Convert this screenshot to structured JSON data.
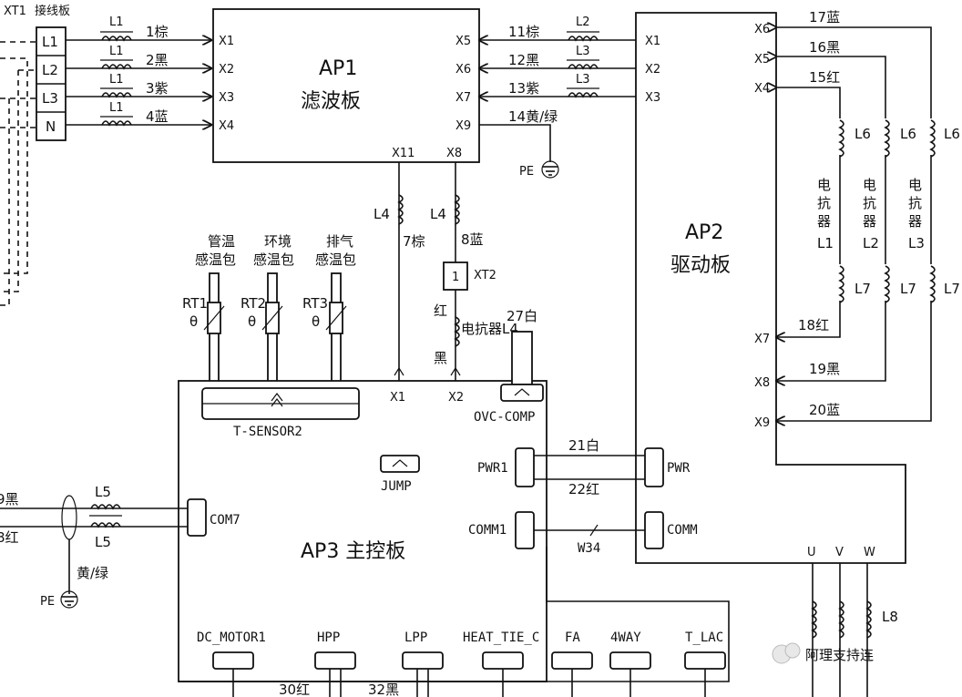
{
  "terminal_block": {
    "title": "XT1",
    "name": "接线板",
    "terminals": [
      "L1",
      "L2",
      "L3",
      "N"
    ]
  },
  "ap1": {
    "title": "AP1",
    "subtitle": "滤波板",
    "left_ports": [
      "X1",
      "X2",
      "X3",
      "X4"
    ],
    "right_ports": [
      "X5",
      "X6",
      "X7",
      "X9"
    ],
    "bottom_ports": [
      "X11",
      "X8"
    ]
  },
  "ap2": {
    "title": "AP2",
    "subtitle": "驱动板",
    "left_ports": [
      "X1",
      "X2",
      "X3"
    ],
    "right_top_ports": [
      "X6",
      "X5",
      "X4"
    ],
    "right_bottom_ports": [
      "X7",
      "X8",
      "X9"
    ],
    "output_ports": [
      "U",
      "V",
      "W"
    ]
  },
  "ap3": {
    "title": "AP3 主控板",
    "top_ports": [
      "X1",
      "X2"
    ],
    "sensor_connector": "T-SENSOR2",
    "connectors": [
      "JUMP",
      "OVC-COMP",
      "PWR1",
      "COMM1",
      "COM7"
    ],
    "bottom_connectors": [
      "DC_MOTOR1",
      "HPP",
      "LPP",
      "HEAT_TIE_C",
      "FA",
      "4WAY",
      "T_LAC"
    ]
  },
  "wires": {
    "w1": "1棕",
    "w2": "2黑",
    "w3": "3紫",
    "w4": "4蓝",
    "w7": "7棕",
    "w8": "8蓝",
    "w11": "11棕",
    "w12": "12黑",
    "w13": "13紫",
    "w14": "14黄/绿",
    "w15": "15红",
    "w16": "16黑",
    "w17": "17蓝",
    "w18": "18红",
    "w19": "19黑",
    "w20": "20蓝",
    "w21": "21白",
    "w22": "22红",
    "w27": "27白",
    "w30": "30红",
    "w32": "32黑",
    "w34": "W34",
    "w_black_left": "9黑",
    "w_red_left": "8红",
    "pe_wire": "黄/绿"
  },
  "inductors": {
    "l1": "L1",
    "l2": "L2",
    "l3": "L3",
    "l4": "L4",
    "l5": "L5",
    "l6": "L6",
    "l7": "L7",
    "l8": "L8"
  },
  "reactor": {
    "name_chars": [
      "电",
      "抗",
      "器"
    ],
    "labels": [
      "L1",
      "L2",
      "L3"
    ],
    "xt2_label": "XT2",
    "xt2_pin": "1",
    "l4_label": "电抗器L4",
    "red": "红",
    "black": "黑"
  },
  "sensors": [
    {
      "name_lines": [
        "管温",
        "感温包"
      ],
      "id": "RT1"
    },
    {
      "name_lines": [
        "环境",
        "感温包"
      ],
      "id": "RT2"
    },
    {
      "name_lines": [
        "排气",
        "感温包"
      ],
      "id": "RT3"
    }
  ],
  "theta": "θ",
  "ground": "PE",
  "ap2_pwr": "PWR",
  "ap2_comm": "COMM",
  "watermark": "阿理支持连"
}
